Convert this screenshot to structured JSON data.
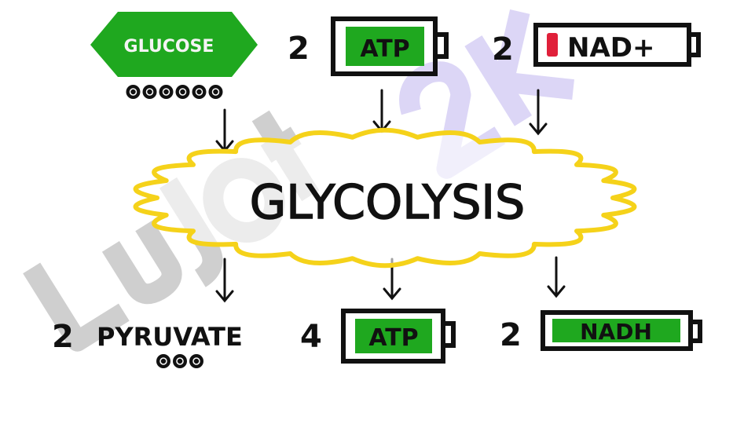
{
  "inputs": {
    "glucose": {
      "label": "GLUCOSE",
      "carbons": 6
    },
    "atp": {
      "count": "2",
      "label": "ATP",
      "charge_fraction": 1.0
    },
    "nad": {
      "count": "2",
      "label": "NAD+",
      "charge_fraction": 0.06
    }
  },
  "process": {
    "label": "GLYCOLYSIS"
  },
  "outputs": {
    "pyruvate": {
      "count": "2",
      "label": "PYRUVATE",
      "carbons": 3
    },
    "atp": {
      "count": "4",
      "label": "ATP",
      "charge_fraction": 1.0
    },
    "nadh": {
      "count": "2",
      "label": "NADH",
      "charge_fraction": 1.0
    }
  },
  "colors": {
    "green": "#1fa81f",
    "yellow": "#f5d21a",
    "red": "#e0203a",
    "ink": "#111111",
    "watermark_gray": "#bdbdbd",
    "watermark_lavender": "#d6cff5"
  },
  "watermark": "Lujot 2K"
}
